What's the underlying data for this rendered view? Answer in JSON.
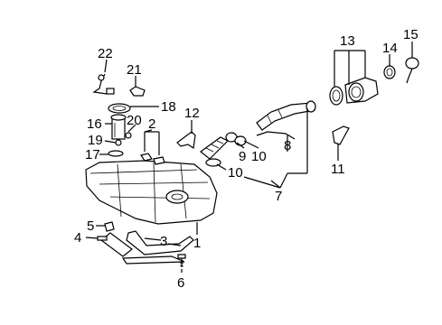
{
  "diagram": {
    "callouts": [
      "1",
      "2",
      "3",
      "4",
      "5",
      "6",
      "7",
      "8",
      "9",
      "10",
      "10",
      "11",
      "12",
      "13",
      "14",
      "15",
      "16",
      "17",
      "18",
      "19",
      "20",
      "21",
      "22"
    ]
  },
  "colors": {
    "ink": "#000000",
    "background": "#ffffff"
  }
}
